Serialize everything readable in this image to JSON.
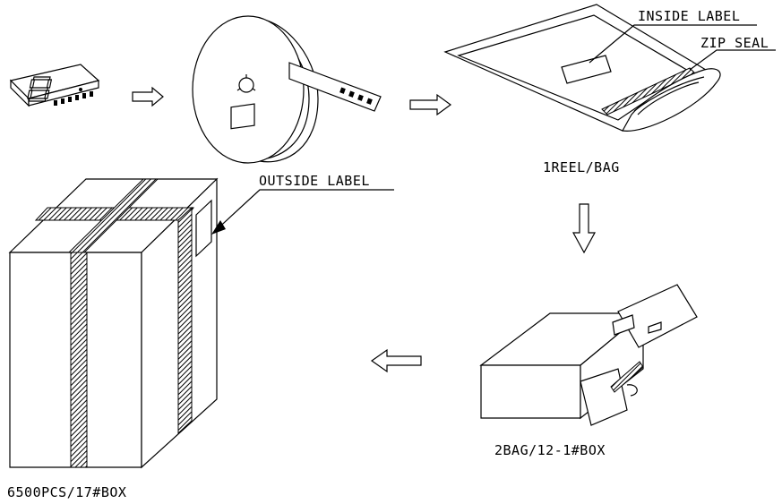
{
  "labels": {
    "inside_label": "INSIDE LABEL",
    "zip_seal": "ZIP SEAL",
    "bag_caption": "1REEL/BAG",
    "box_caption": "2BAG/12-1#BOX",
    "outside_label": "OUTSIDE LABEL",
    "carton_caption": "6500PCS/17#BOX"
  }
}
